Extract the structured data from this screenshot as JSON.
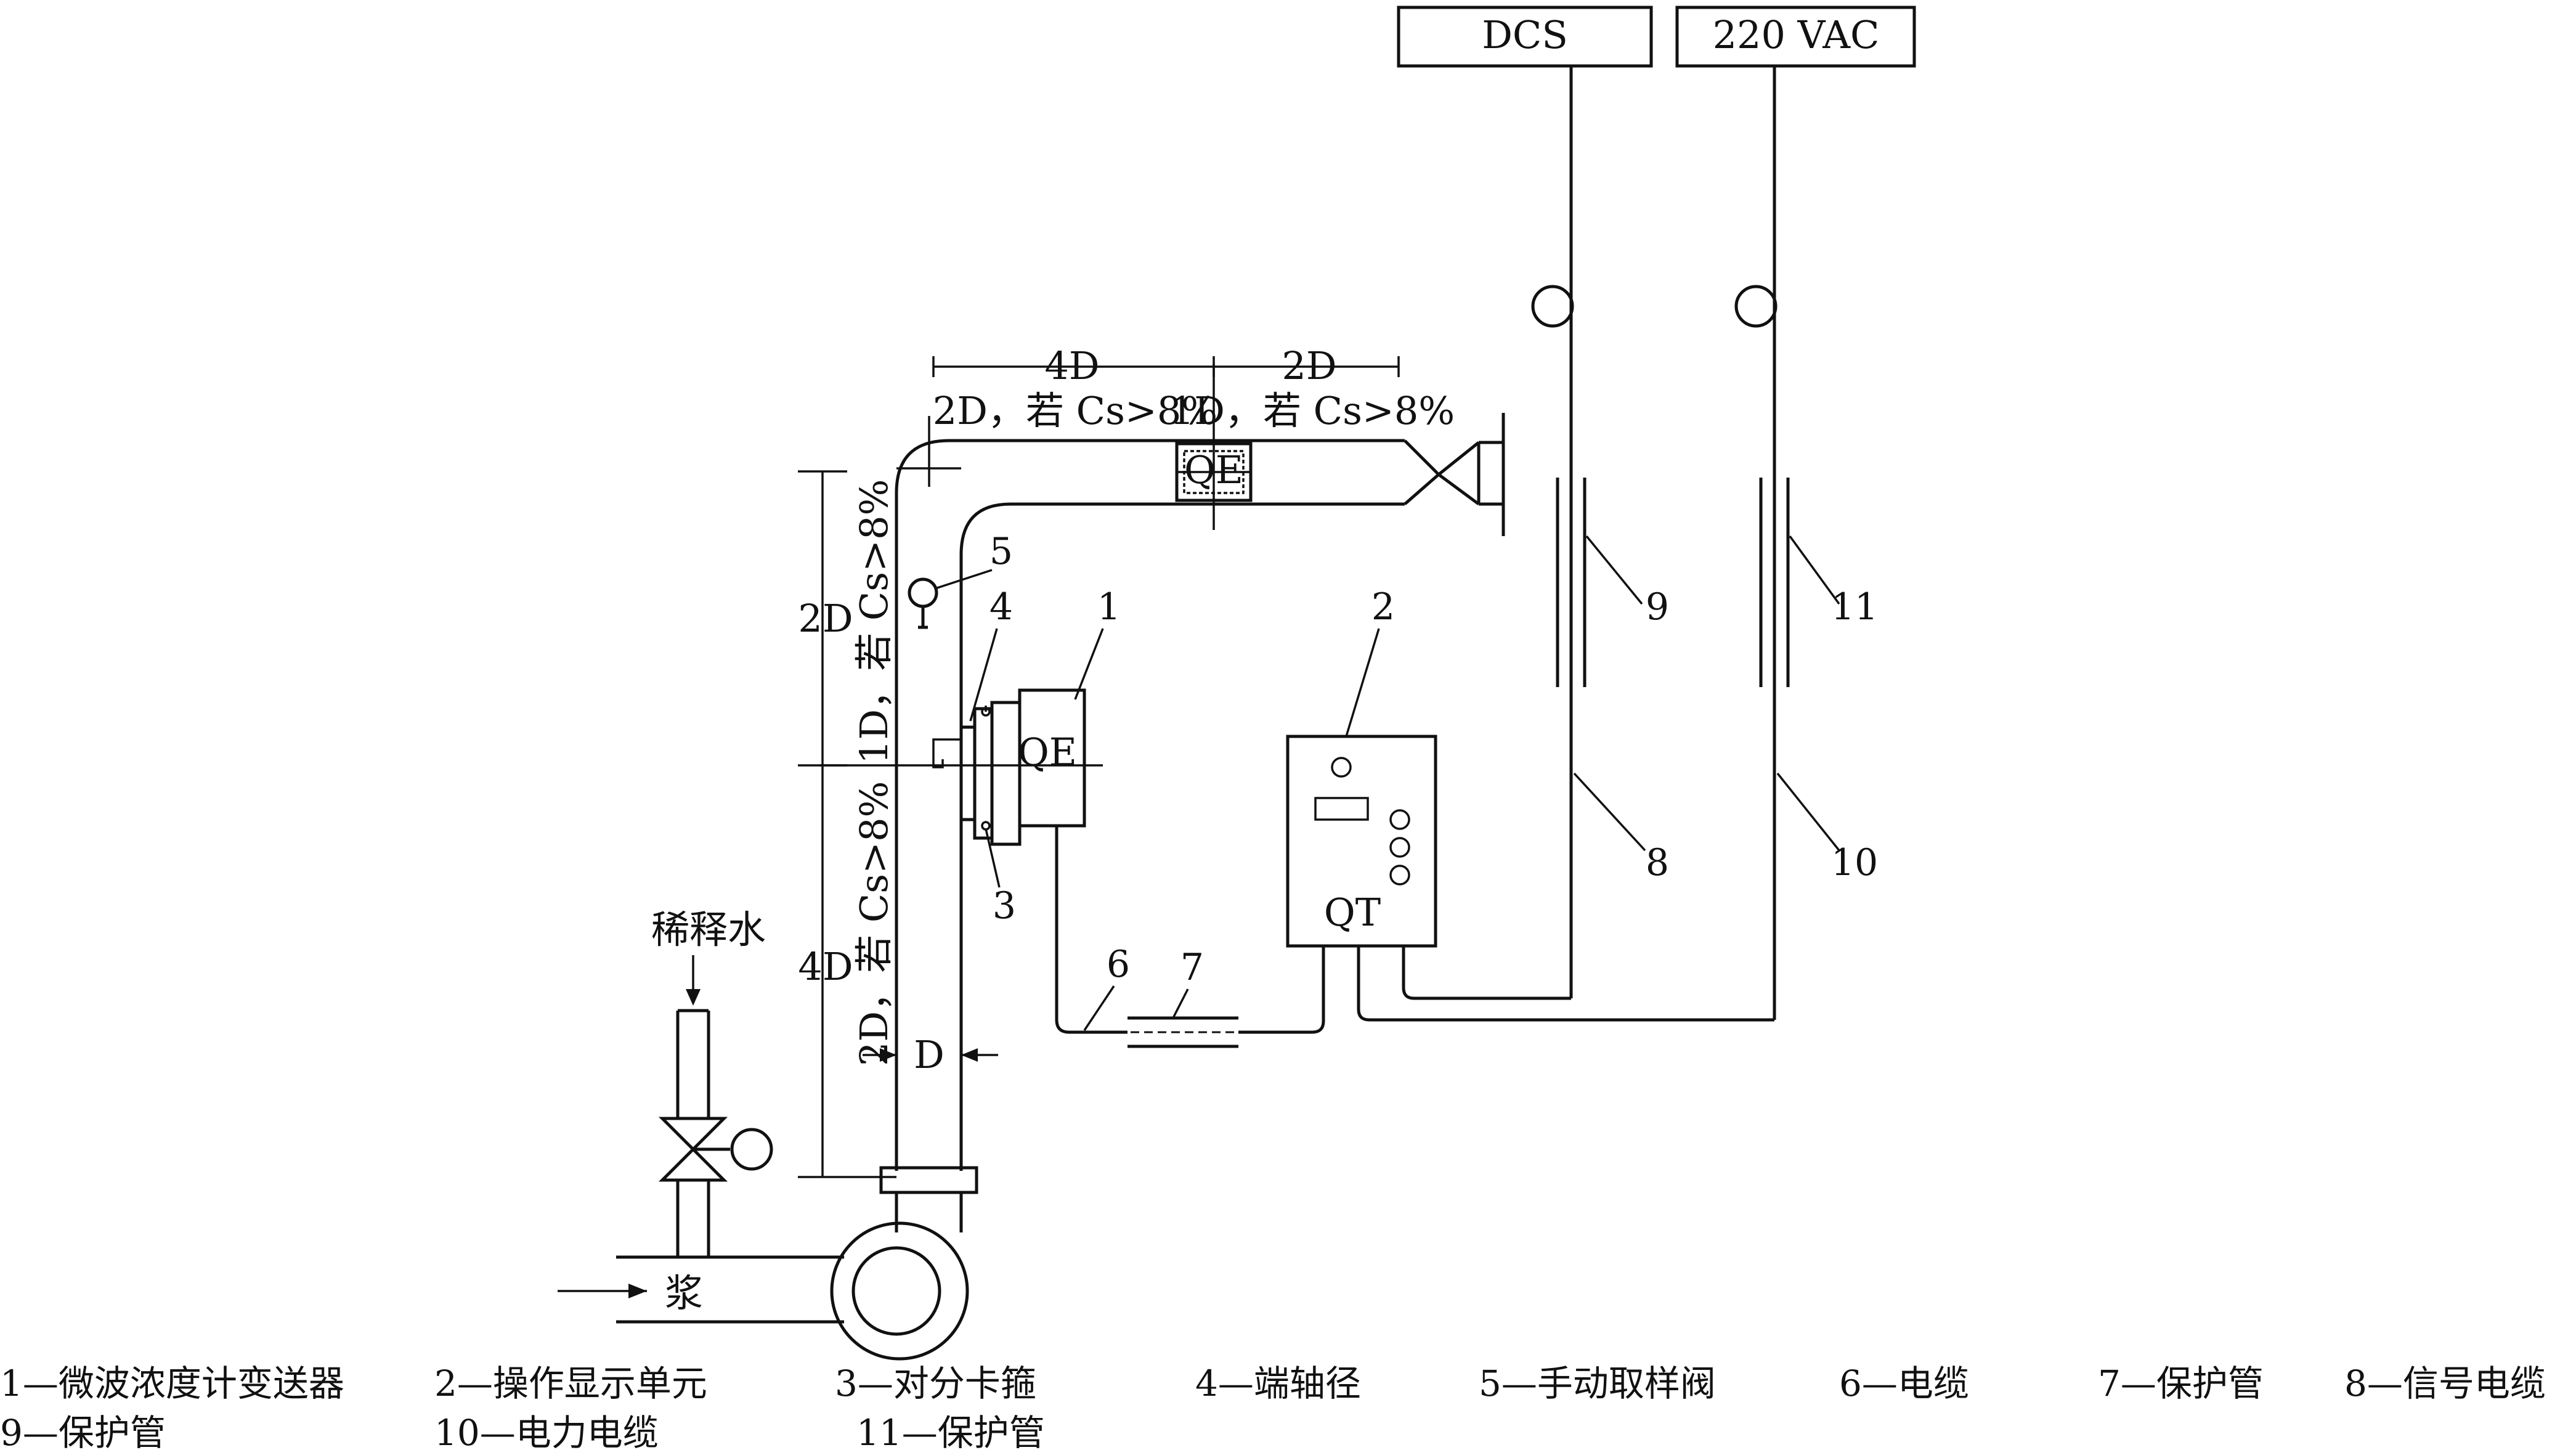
{
  "boxes": {
    "dcs": "DCS",
    "vac": "220 VAC"
  },
  "devices": {
    "qe_pipe": "QE",
    "qe_transmitter": "QE",
    "qt": "QT"
  },
  "labels": {
    "dilution_water": "稀释水",
    "slurry": "浆",
    "diameter": "D"
  },
  "dimensions": {
    "top_4d": "4D",
    "top_2d": "2D",
    "top_2d_cond": "2D，若 Cs>8%",
    "top_1d_cond": "1D，若 Cs>8%",
    "left_2d": "2D",
    "left_4d": "4D",
    "vert_1d_cond": "1D，若 Cs>8%",
    "vert_2d_cond": "2D，若 Cs>8%"
  },
  "numbers": {
    "n1": "1",
    "n2": "2",
    "n3": "3",
    "n4": "4",
    "n5": "5",
    "n6": "6",
    "n7": "7",
    "n8": "8",
    "n9": "9",
    "n10": "10",
    "n11": "11"
  },
  "legend": {
    "l1": "1—微波浓度计变送器",
    "l2": "2—操作显示单元",
    "l3": "3—对分卡箍",
    "l4": "4—端轴径",
    "l5": "5—手动取样阀",
    "l6": "6—电缆",
    "l7": "7—保护管",
    "l8": "8—信号电缆",
    "l9": "9—保护管",
    "l10": "10—电力电缆",
    "l11": "11—保护管"
  }
}
